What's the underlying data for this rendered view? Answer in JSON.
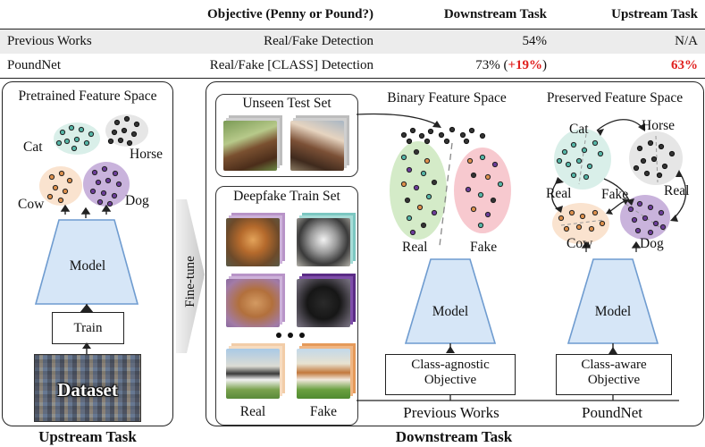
{
  "table": {
    "headers": [
      "",
      "Objective (Penny or Pound?)",
      "Downstream Task",
      "Upstream Task"
    ],
    "rows": [
      {
        "method": "Previous Works",
        "objective": "Real/Fake Detection",
        "downstream": "54%",
        "downstream_gain": "",
        "upstream": "N/A"
      },
      {
        "method": "PoundNet",
        "objective": "Real/Fake [CLASS] Detection",
        "downstream": "73%",
        "downstream_gain": "+19%",
        "upstream": "63%"
      }
    ]
  },
  "upstream": {
    "panel_title": "Pretrained Feature Space",
    "clusters": [
      "Cat",
      "Horse",
      "Cow",
      "Dog"
    ],
    "model_label": "Model",
    "train_label": "Train",
    "dataset_label": "Dataset",
    "caption": "Upstream Task"
  },
  "finetune_label": "Fine-tune",
  "downstream": {
    "unseen_title": "Unseen Test Set",
    "deepfake_title": "Deepfake Train Set",
    "deepfake_col_labels": [
      "Real",
      "Fake"
    ],
    "binary_title": "Binary Feature Space",
    "binary_labels": [
      "Real",
      "Fake"
    ],
    "preserved_title": "Preserved Feature Space",
    "preserved_clusters": [
      "Cat",
      "Horse",
      "Real",
      "Fake",
      "Real",
      "Cow",
      "Dog"
    ],
    "model_label": "Model",
    "prev_objective": [
      "Class-agnostic",
      "Objective"
    ],
    "pound_objective": [
      "Class-aware",
      "Objective"
    ],
    "prev_caption": "Previous Works",
    "pound_caption": "PoundNet",
    "caption": "Downstream Task"
  },
  "colors": {
    "cat": "#d9efe9",
    "horse": "#e6e6e6",
    "cow": "#fae3cf",
    "dog": "#c9b3dc",
    "real": "#d4ebc8",
    "fake": "#f7c9cf",
    "model": "#d6e6f7",
    "model_edge": "#6f9cd0",
    "accent_red": "#e0201e",
    "dot_teal": "#54b5a6",
    "dot_orange": "#dc8f4c",
    "dot_purple": "#6b3c99",
    "dot_dark": "#333333"
  }
}
